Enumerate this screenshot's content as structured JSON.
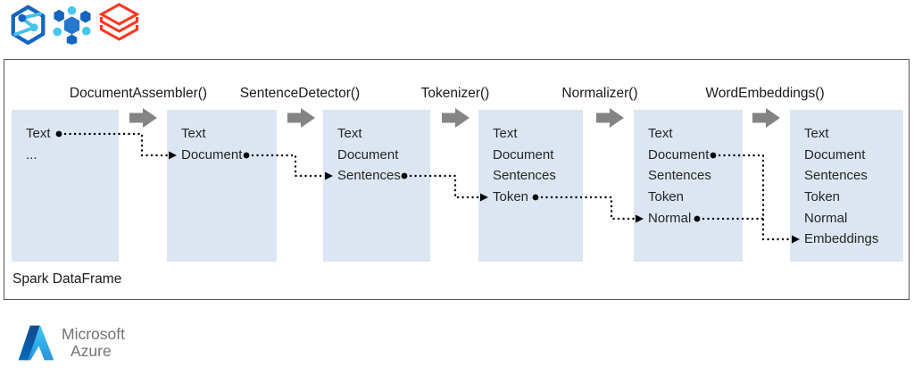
{
  "header": {
    "logos": [
      {
        "name": "spark-nlp-logo"
      },
      {
        "name": "nlp-molecule-logo"
      },
      {
        "name": "databricks-logo"
      }
    ]
  },
  "pipeline": {
    "stages": [
      {
        "label": "DocumentAssembler()"
      },
      {
        "label": "SentenceDetector()"
      },
      {
        "label": "Tokenizer()"
      },
      {
        "label": "Normalizer()"
      },
      {
        "label": "WordEmbeddings()"
      }
    ],
    "frame_label": "Spark DataFrame",
    "boxes": [
      {
        "rows": [
          {
            "text": "Text",
            "dot": true
          },
          {
            "text": "...",
            "dot": false
          }
        ]
      },
      {
        "rows": [
          {
            "text": "Text"
          },
          {
            "text": "Document",
            "arrow_in": true,
            "dot": true
          }
        ]
      },
      {
        "rows": [
          {
            "text": "Text"
          },
          {
            "text": "Document"
          },
          {
            "text": "Sentences",
            "arrow_in": true,
            "dot": true
          }
        ]
      },
      {
        "rows": [
          {
            "text": "Text"
          },
          {
            "text": "Document"
          },
          {
            "text": "Sentences"
          },
          {
            "text": "Token",
            "arrow_in": true,
            "dot": true
          }
        ]
      },
      {
        "rows": [
          {
            "text": "Text"
          },
          {
            "text": "Document",
            "dot": true
          },
          {
            "text": "Sentences"
          },
          {
            "text": "Token"
          },
          {
            "text": "Normal",
            "arrow_in": true,
            "dot": true
          }
        ]
      },
      {
        "rows": [
          {
            "text": "Text"
          },
          {
            "text": "Document"
          },
          {
            "text": "Sentences"
          },
          {
            "text": "Token"
          },
          {
            "text": "Normal"
          },
          {
            "text": "Embeddings",
            "arrow_in": true
          }
        ]
      }
    ],
    "connections": [
      {
        "from": "box1.Text",
        "to": "box2.Document"
      },
      {
        "from": "box2.Document",
        "to": "box3.Sentences"
      },
      {
        "from": "box3.Sentences",
        "to": "box4.Token"
      },
      {
        "from": "box4.Token",
        "to": "box5.Normal"
      },
      {
        "from": "box5.Document",
        "to": "box6.Embeddings"
      },
      {
        "from": "box5.Normal",
        "to": "box6.Embeddings"
      }
    ]
  },
  "footer": {
    "brand_top": "Microsoft",
    "brand_bottom": "Azure"
  },
  "colors": {
    "box_fill": "#dce6f2",
    "stage_arrow": "#848484",
    "text": "#262626",
    "connector": "#000000",
    "frame_border": "#555555",
    "databricks_red": "#ff3621",
    "spark_blue": "#1565c0",
    "light_blue": "#45c0ea",
    "azure_dark": "#114a8b",
    "azure_light": "#3ccbf4",
    "brand_gray": "#737373"
  }
}
